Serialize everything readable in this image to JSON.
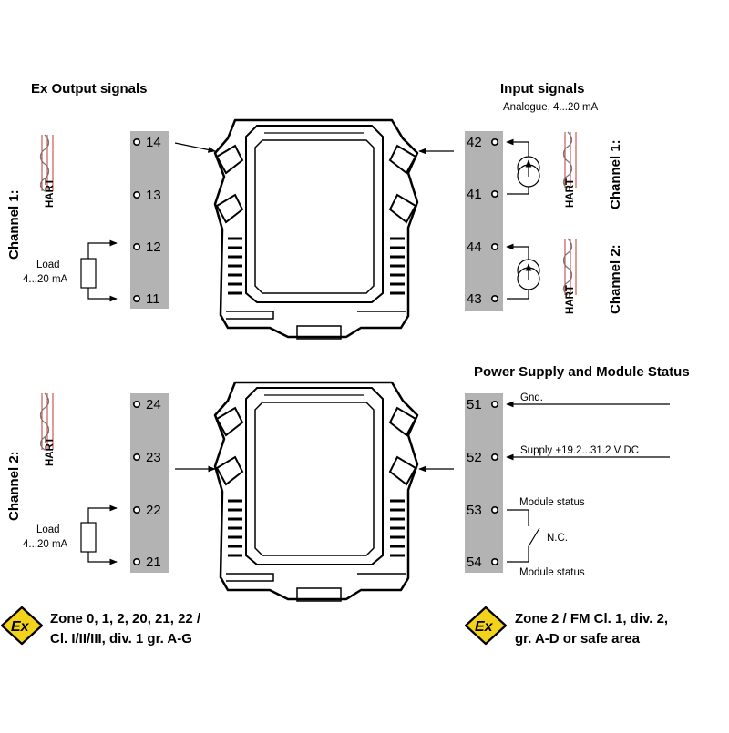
{
  "titles": {
    "ex_output": "Ex Output signals",
    "input": "Input signals",
    "input_sub": "Analogue, 4...20 mA",
    "power": "Power Supply and Module Status"
  },
  "channel_labels": {
    "left_ch1": "Channel 1:",
    "left_ch2": "Channel 2:",
    "right_ch1": "Channel 1:",
    "right_ch2": "Channel 2:"
  },
  "hart_label": "HART",
  "load": {
    "label": "Load",
    "range": "4...20 mA"
  },
  "terminals": {
    "left_top": [
      "14",
      "13",
      "12",
      "11"
    ],
    "left_bottom": [
      "24",
      "23",
      "22",
      "21"
    ],
    "right_top": [
      "42",
      "41",
      "44",
      "43"
    ],
    "right_bottom": [
      "51",
      "52",
      "53",
      "54"
    ]
  },
  "power_labels": {
    "gnd": "Gnd.",
    "supply": "Supply +19.2...31.2 V DC",
    "status_top": "Module status",
    "nc": "N.C.",
    "status_bottom": "Module status"
  },
  "zones": {
    "ex_symbol": "Ex",
    "left_line1": "Zone 0, 1, 2, 20, 21, 22 /",
    "left_line2": "Cl. I/II/III, div. 1 gr. A-G",
    "right_line1": "Zone 2 / FM Cl. 1, div. 2,",
    "right_line2": "gr. A-D or safe area"
  },
  "colors": {
    "terminal_strip": "#b3b3b3",
    "ex_yellow": "#f2d21b",
    "hart_red": "#c0392b"
  }
}
